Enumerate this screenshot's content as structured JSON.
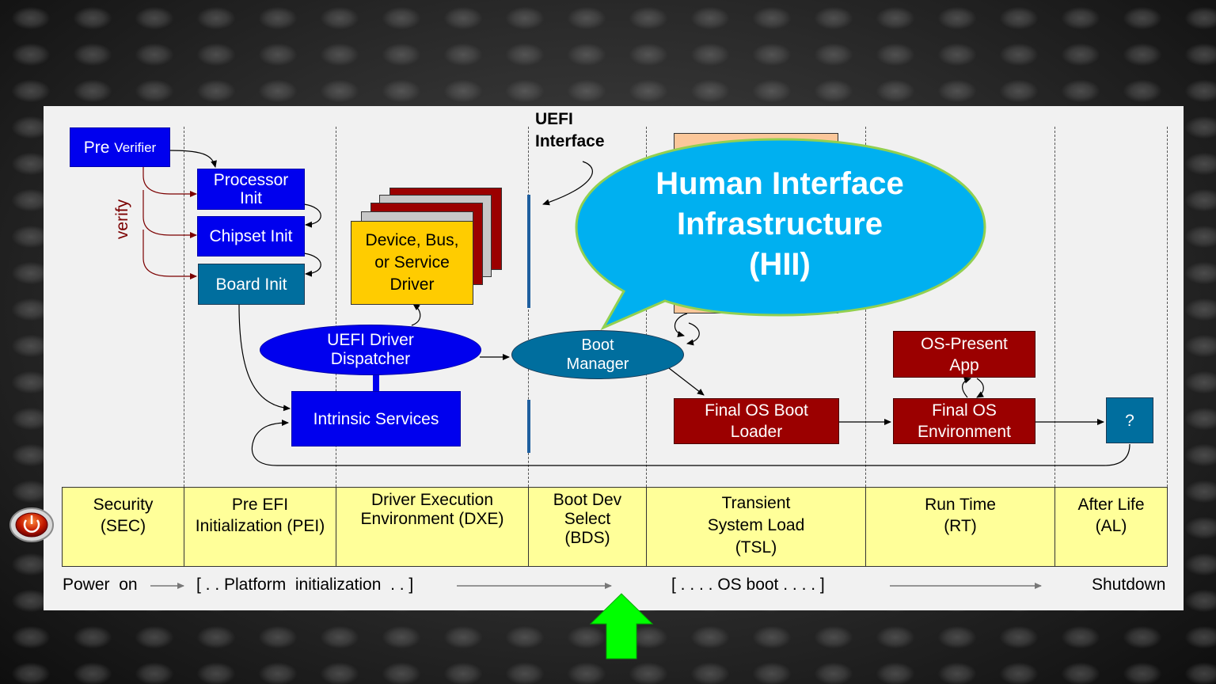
{
  "uefi_interface_label": "UEFI\nInterface",
  "pre_verifier": {
    "pre": "Pre",
    "verifier": "Verifier"
  },
  "verify_label": "verify",
  "sec_boxes": {
    "processor_init": "Processor\nInit",
    "chipset_init": "Chipset Init",
    "board_init": "Board Init"
  },
  "dxe": {
    "driver_box": "Device,  Bus,\nor Service\nDriver",
    "dispatcher": "UEFI Driver\nDispatcher",
    "intrinsic_services": "Intrinsic Services"
  },
  "bds": {
    "boot_manager": "Boot\nManager"
  },
  "tsl": {
    "final_os_boot_loader": "Final OS Boot\nLoader"
  },
  "rt": {
    "os_present_app": "OS-Present\nApp",
    "final_os_environment": "Final OS\nEnvironment"
  },
  "al": {
    "question": "?"
  },
  "callout": {
    "text": "Human Interface\nInfrastructure\n(HII)"
  },
  "phases": [
    {
      "label": "Security\n(SEC)"
    },
    {
      "label": "Pre EFI\nInitialization  (PEI)"
    },
    {
      "label": "Driver Execution\nEnvironment  (DXE)"
    },
    {
      "label": "Boot Dev\nSelect\n(BDS)"
    },
    {
      "label": "Transient\nSystem Load\n(TSL)"
    },
    {
      "label": "Run Time\n(RT)"
    },
    {
      "label": "After Life\n(AL)"
    }
  ],
  "timeline": {
    "power_on": "Power  on",
    "platform_init": "[ . . Platform  initialization  . . ]",
    "os_boot": "[ . . . . OS boot . . . . ]",
    "shutdown": "Shutdown"
  },
  "icons": {
    "power": "power-button-icon",
    "green_arrow": "up-arrow-icon"
  },
  "colors": {
    "blue_box": "#0000ee",
    "teal_box": "#006e9e",
    "dark_red_box": "#9b0000",
    "driver_box": "#ffcc00",
    "phase_fill": "#ffff99",
    "callout_fill": "#00b0f0",
    "callout_border": "#92d050",
    "green_arrow": "#00ff00"
  }
}
